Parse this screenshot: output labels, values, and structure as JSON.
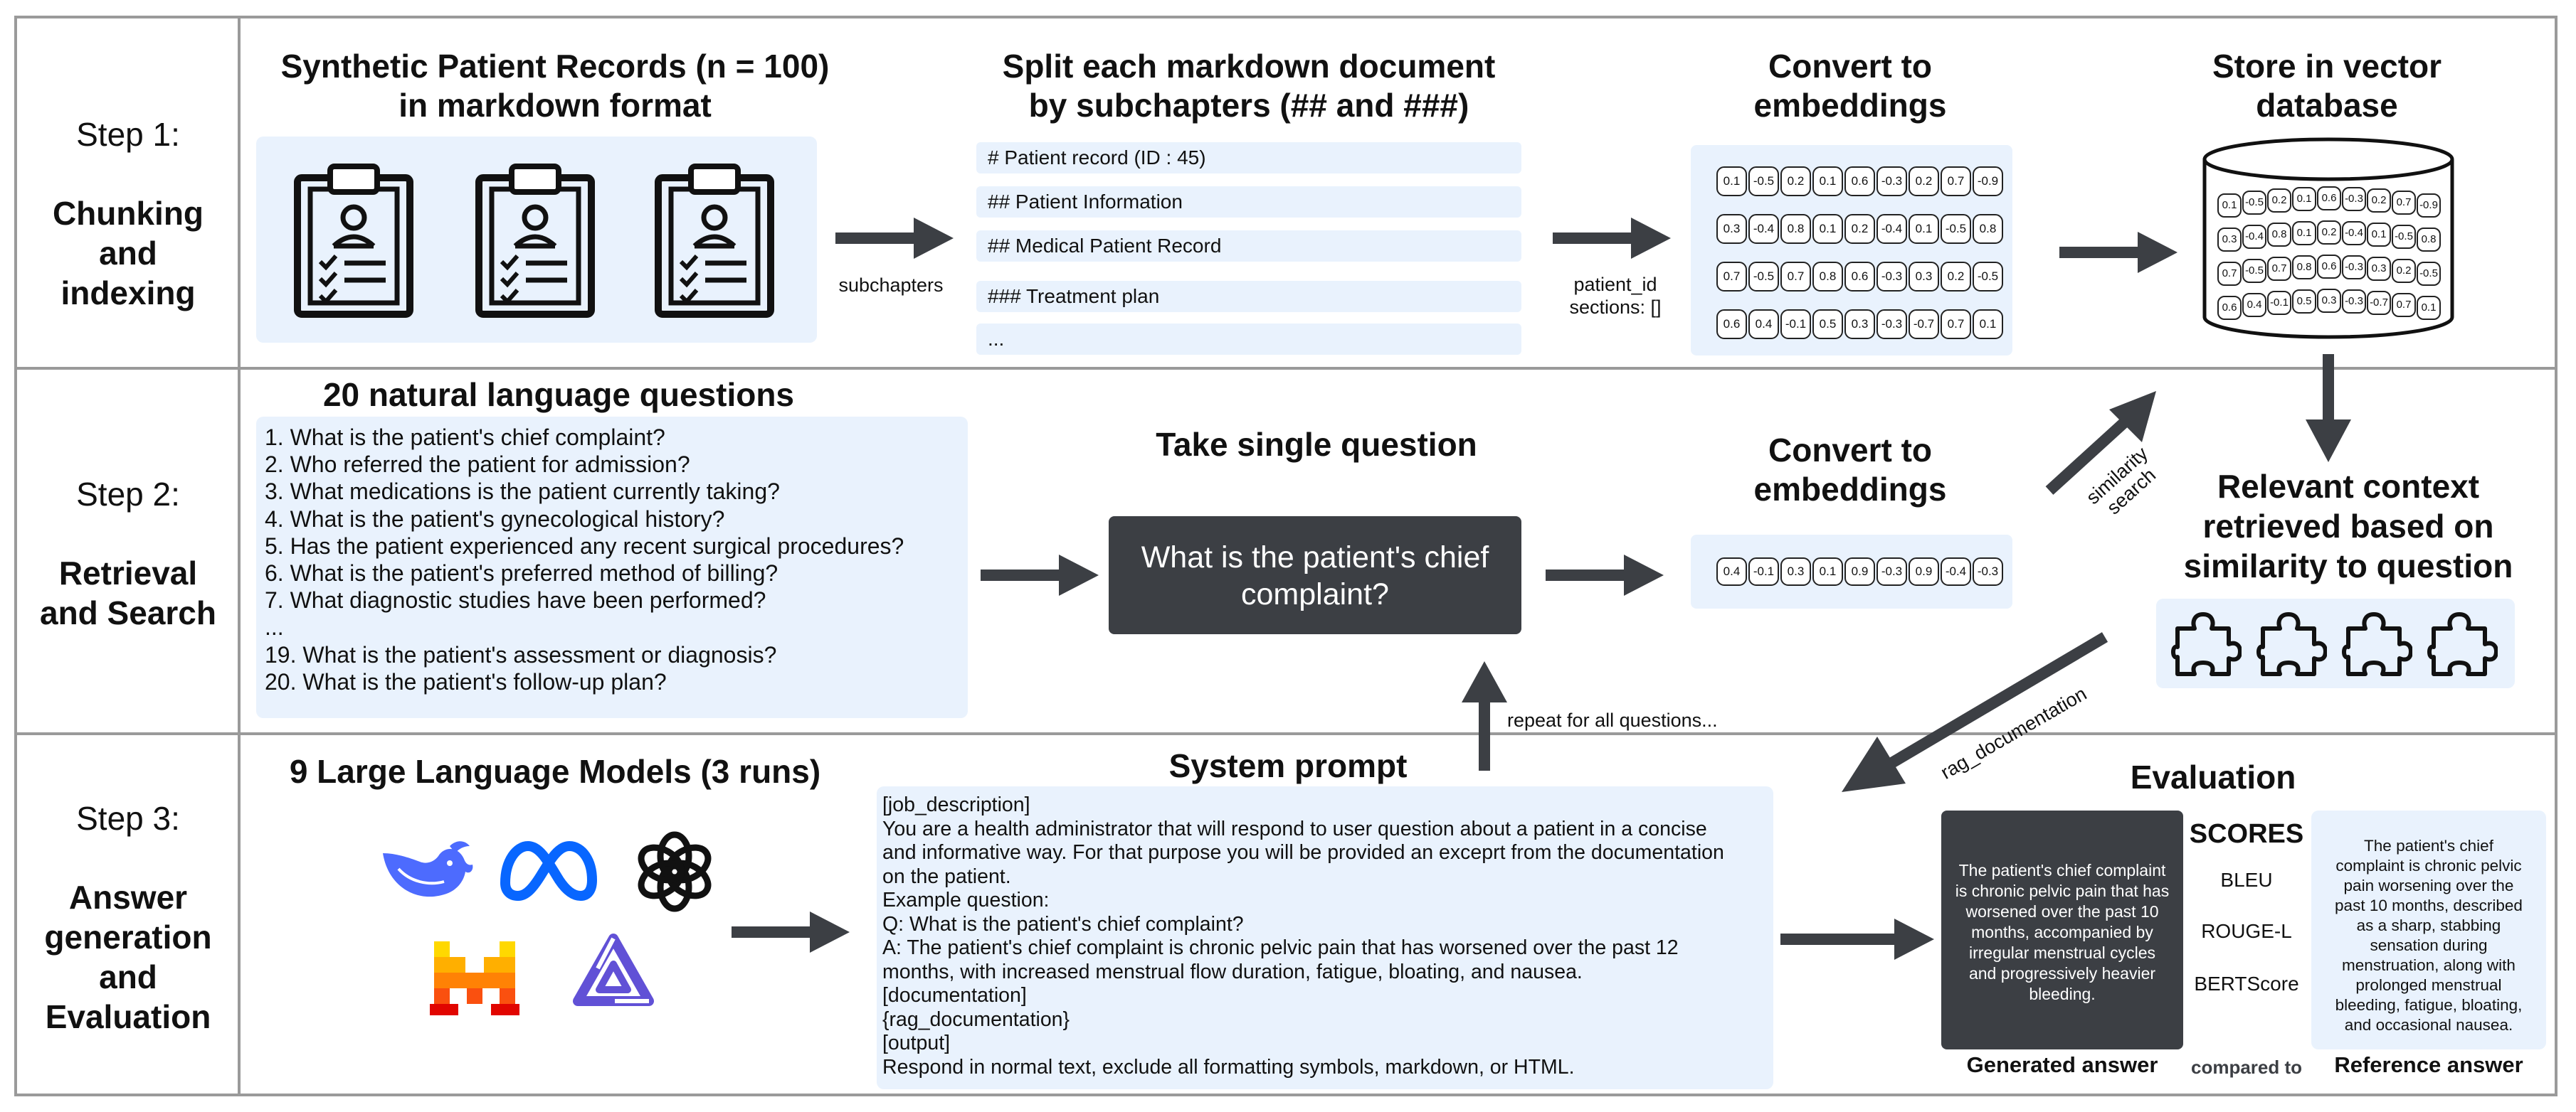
{
  "steps": [
    {
      "label": "Step 1:",
      "title_line1": "Chunking",
      "title_line2": "and indexing"
    },
    {
      "label": "Step 2:",
      "title_line1": "Retrieval",
      "title_line2": "and Search"
    },
    {
      "label": "Step 3:",
      "title_line1": "Answer",
      "title_line2": "generation",
      "title_line3": "and",
      "title_line4": "Evaluation"
    }
  ],
  "step1": {
    "records_title_line1": "Synthetic Patient Records (n = 100)",
    "records_title_line2": "in markdown format",
    "arrow1_label": "subchapters",
    "split_title_line1": "Split each markdown document",
    "split_title_line2": "by subchapters (## and ###)",
    "markdown_lines": [
      "# Patient record (ID : 45)",
      "## Patient Information",
      "## Medical Patient Record",
      "### Treatment plan",
      "..."
    ],
    "arrow2_label_line1": "patient_id",
    "arrow2_label_line2": "sections: []",
    "embed_title_line1": "Convert to",
    "embed_title_line2": "embeddings",
    "embedding_rows": [
      [
        "0.1",
        "-0.5",
        "0.2",
        "0.1",
        "0.6",
        "-0.3",
        "0.2",
        "0.7",
        "-0.9"
      ],
      [
        "0.3",
        "-0.4",
        "0.8",
        "0.1",
        "0.2",
        "-0.4",
        "0.1",
        "-0.5",
        "0.8"
      ],
      [
        "0.7",
        "-0.5",
        "0.7",
        "0.8",
        "0.6",
        "-0.3",
        "0.3",
        "0.2",
        "-0.5"
      ],
      [
        "0.6",
        "0.4",
        "-0.1",
        "0.5",
        "0.3",
        "-0.3",
        "-0.7",
        "0.7",
        "0.1"
      ]
    ],
    "db_title_line1": "Store in vector",
    "db_title_line2": "database"
  },
  "step2": {
    "questions_title": "20 natural language questions",
    "questions": [
      "1. What is the patient's chief complaint?",
      "2. Who referred the patient for admission?",
      "3. What medications is the patient currently taking?",
      "4. What is the patient's gynecological history?",
      "5. Has the patient experienced any recent surgical procedures?",
      "6. What is the patient's preferred method of billing?",
      "7. What diagnostic studies have been performed?",
      "...",
      "19. What is the patient's assessment or diagnosis?",
      "20. What is the patient's follow-up plan?"
    ],
    "single_title": "Take single question",
    "single_question_line1": "What is the patient's chief",
    "single_question_line2": "complaint?",
    "embed_title_line1": "Convert to",
    "embed_title_line2": "embeddings",
    "query_embedding": [
      "0.4",
      "-0.1",
      "0.3",
      "0.1",
      "0.9",
      "-0.3",
      "0.9",
      "-0.4",
      "-0.3"
    ],
    "similarity_label_line1": "similarity",
    "similarity_label_line2": "search",
    "context_title_line1": "Relevant context",
    "context_title_line2": "retrieved based on",
    "context_title_line3": "similarity to question",
    "repeat_label": "repeat for all questions..."
  },
  "step3": {
    "llm_title": "9 Large Language Models (3 runs)",
    "prompt_title": "System prompt",
    "prompt_lines": [
      "[job_description]",
      "You are a health administrator that will respond to user question about a patient in a concise",
      "and informative way. For that purpose you will be provided an exceprt from the documentation",
      "on the patient.",
      "Example question:",
      "Q: What is the patient's chief complaint?",
      "A: The patient's chief complaint is chronic pelvic pain that has worsened over the past 12",
      "months, with increased menstrual flow duration, fatigue, bloating, and nausea.",
      "[documentation]",
      "{rag_documentation}",
      "[output]",
      "Respond in normal text, exclude all formatting symbols, markdown, or HTML."
    ],
    "rag_label": "rag_documentation",
    "eval_title": "Evaluation",
    "generated_answer_lines": [
      "The patient's chief complaint",
      "is chronic pelvic pain that has",
      "worsened over the past 10",
      "months, accompanied by",
      "irregular menstrual cycles",
      "and progressively heavier",
      "bleeding."
    ],
    "scores_title": "SCORES",
    "scores": [
      "BLEU",
      "ROUGE-L",
      "BERTScore"
    ],
    "reference_answer_lines": [
      "The patient's chief",
      "complaint is chronic pelvic",
      "pain worsening over the",
      "past 10 months, described",
      "as a sharp, stabbing",
      "sensation during",
      "menstruation, along with",
      "prolonged menstrual",
      "bleeding, fatigue, bloating,",
      "and occasional nausea."
    ],
    "generated_label": "Generated answer",
    "compared_label": "compared to",
    "reference_label": "Reference answer"
  },
  "colors": {
    "panel": "#e9f2fd",
    "dark": "#3c3f44",
    "border": "#9a9a9a",
    "deepseek": "#4d6bfe",
    "meta": "#0866ff",
    "mistral_orange": "#fa520f",
    "qwen": "#6151d6"
  },
  "icons": [
    "clipboard-patient-icon",
    "database-icon",
    "puzzle-piece-icon",
    "deepseek-logo",
    "meta-logo",
    "openai-logo",
    "mistral-logo",
    "qwen-logo"
  ]
}
